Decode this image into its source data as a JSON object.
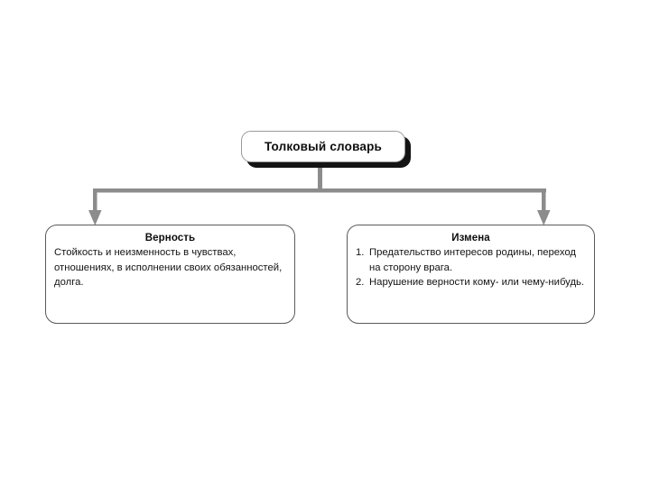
{
  "diagram": {
    "type": "tree-diagram",
    "orientation": "top-down",
    "background_color": "#ffffff",
    "connector_color": "#8c8c8c",
    "root": {
      "label": "Толковый словарь",
      "shadow_color": "#141414",
      "border_color": "#9a9a9a",
      "fill_color": "#ffffff"
    },
    "branches": [
      {
        "id": "vernost",
        "title": "Верность",
        "body_text": "Стойкость и неизменность в чувствах, отношениях, в исполнении своих обязанностей, долга.",
        "list_items": []
      },
      {
        "id": "izmena",
        "title": "Измена",
        "body_text": "",
        "list_items": [
          {
            "num": "1.",
            "text": "Предательство интересов родины, переход на сторону врага."
          },
          {
            "num": "2.",
            "text": "Нарушение верности кому- или чему-нибудь."
          }
        ]
      }
    ],
    "arrows": [
      {
        "name": "arrow-to-vernost",
        "direction": "down"
      },
      {
        "name": "arrow-to-izmena",
        "direction": "down"
      }
    ]
  }
}
